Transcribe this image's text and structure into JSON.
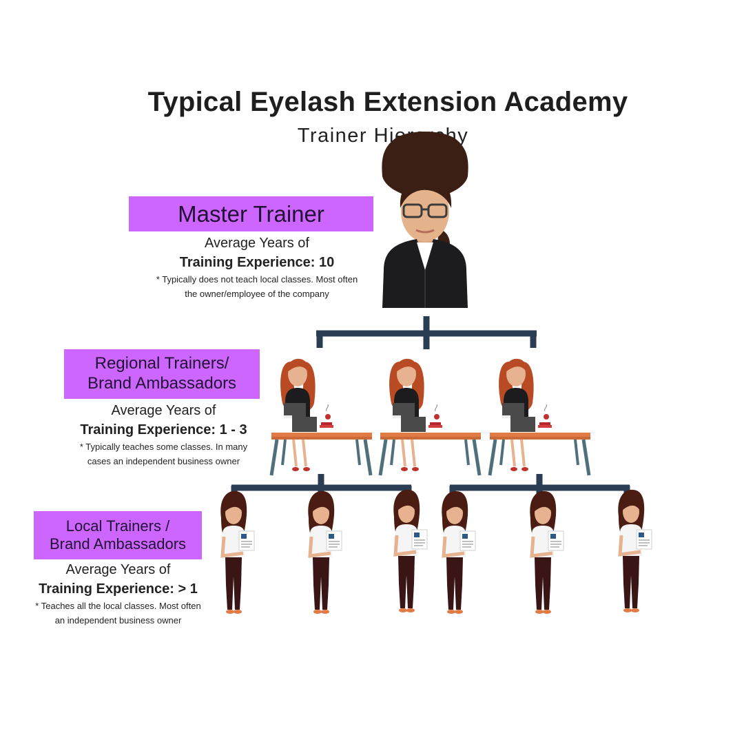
{
  "title": "Typical Eyelash Extension Academy",
  "subtitle": "Trainer Hierarchy",
  "levels": {
    "master": {
      "label": "Master Trainer",
      "avg_line": "Average Years of",
      "exp_line": "Training Experience: 10",
      "note_line1": "* Typically does not teach local classes. Most often",
      "note_line2": "the owner/employee of the company"
    },
    "regional": {
      "label_line1": "Regional Trainers/",
      "label_line2": "Brand Ambassadors",
      "avg_line": "Average Years of",
      "exp_line": "Training Experience: 1 - 3",
      "note_line1": "* Typically teaches some classes. In many",
      "note_line2": "cases an independent business owner"
    },
    "local": {
      "label_line1": "Local Trainers /",
      "label_line2": "Brand Ambassadors",
      "avg_line": "Average Years of",
      "exp_line": "Training Experience: > 1",
      "note_line1": "* Teaches all the local classes. Most often",
      "note_line2": "an independent business owner"
    }
  },
  "colors": {
    "label_box": "#cc66ff",
    "connector": "#2b3d52",
    "desk_top": "#e07b45",
    "desk_leg": "#4f6f7d",
    "hair_master": "#3b1f14",
    "hair_regional": "#b84a24",
    "hair_local": "#4a1c12"
  },
  "icons": {
    "master": "businesswoman-with-glasses-illustration",
    "regional": "woman-at-desk-with-laptop-illustration",
    "local": "woman-holding-document-illustration"
  }
}
